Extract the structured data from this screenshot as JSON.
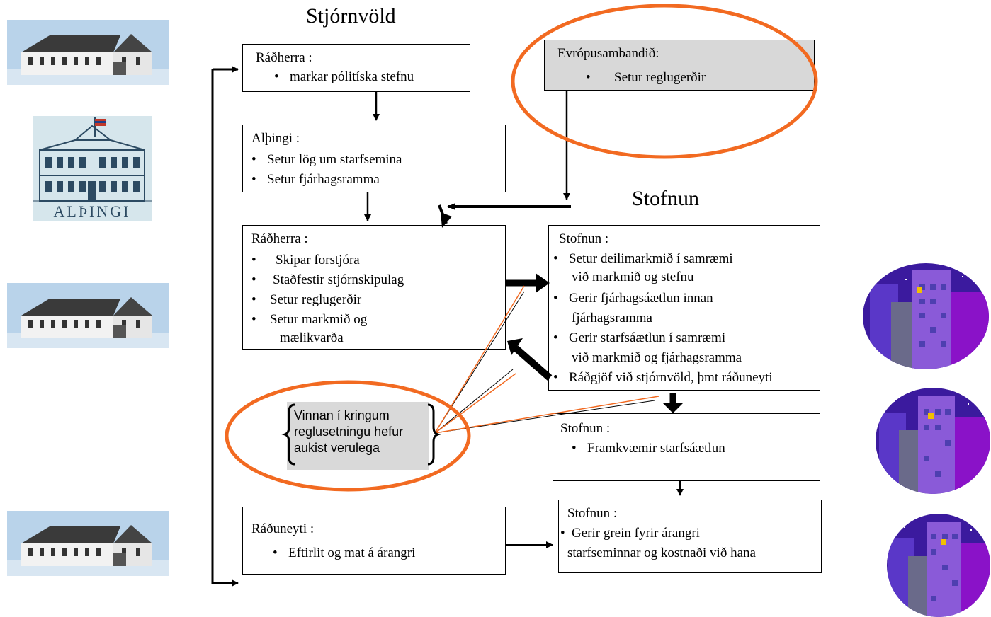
{
  "headings": {
    "government": "Stjórnvöld",
    "agency": "Stofnun"
  },
  "boxes": {
    "minister1": {
      "title": "Ráðherra  :",
      "items": [
        "markar pólitíska stefnu"
      ]
    },
    "eu": {
      "title": "Evrópusambandið:",
      "items": [
        "Setur reglugerðir"
      ]
    },
    "parliament": {
      "title": "Alþingi  :",
      "items": [
        "Setur lög    um  starfsemina",
        "Setur fjárhagsramma"
      ]
    },
    "minister2": {
      "title": "Ráðherra  :",
      "items": [
        "Skipar forstjóra",
        "Staðfestir stjórnskipulag",
        "Setur reglugerðir",
        "Setur markmið og",
        "mælikvarða"
      ]
    },
    "agency1": {
      "title": "Stofnun :",
      "items": [
        "Setur deilimarkmið       í samræmi",
        "við markmið og stefnu",
        "Gerir fjárhagsáætlun innan",
        "fjárhagsramma",
        "Gerir starfsáætlun í  samræmi",
        "við markmið og fjárhagsramma",
        "Ráðgjöf við stjórnvöld, þmt ráðuneyti"
      ]
    },
    "agency2": {
      "title": "Stofnun   :",
      "items": [
        "Framkvæmir starfsáætlun"
      ]
    },
    "ministry": {
      "title": "Ráðuneyti    :",
      "items": [
        "Eftirlit og     mat á   árangri"
      ]
    },
    "agency3": {
      "title": "Stofnun  :",
      "items": [
        "Gerir grein fyrir árangri",
        "starfseminnar og kostnaði við hana"
      ]
    }
  },
  "note": {
    "lines": [
      "Vinnan í kringum",
      "reglusetningu hefur",
      "aukist verulega"
    ]
  },
  "images": {
    "parliament_logo_text": "ALÞINGI"
  },
  "colors": {
    "highlight": "#f26a21",
    "note_bg": "#d9d9d9",
    "eu_bg": "#d8d8d8",
    "night_purple": "#3b1a9e"
  }
}
